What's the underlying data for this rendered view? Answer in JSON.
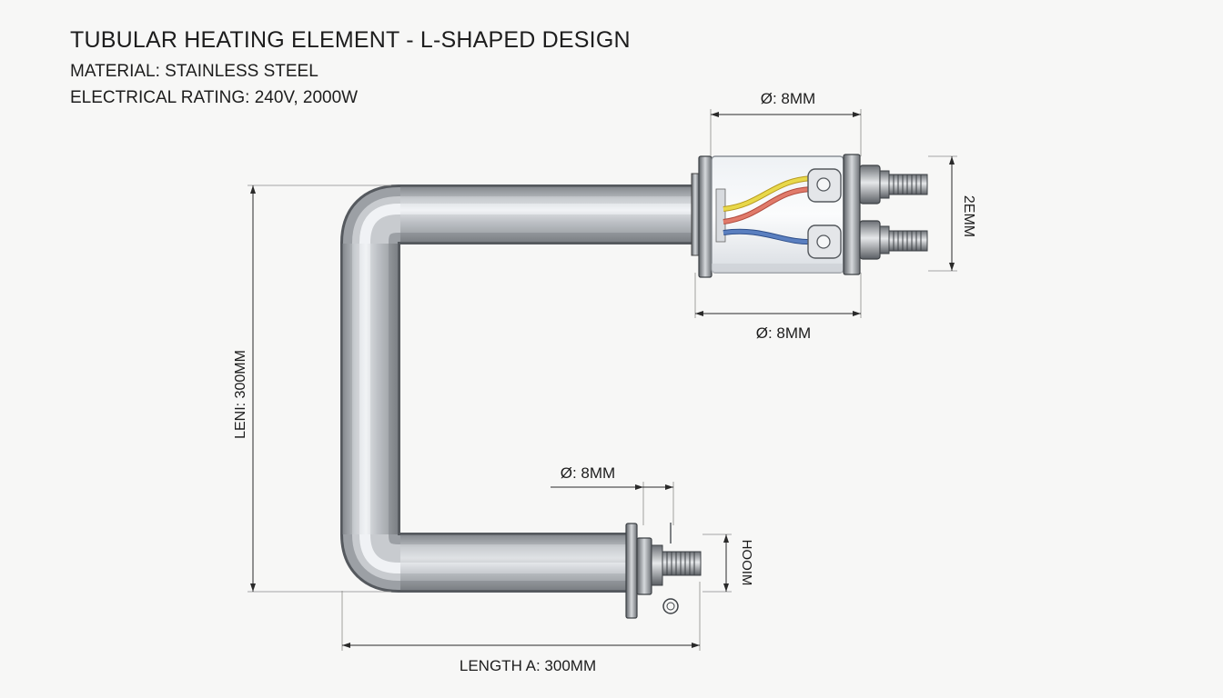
{
  "header": {
    "title": "TUBULAR HEATING ELEMENT - L-SHAPED DESIGN",
    "material": "MATERIAL: STAINLESS STEEL",
    "rating": "ELECTRICAL RATING: 240V, 2000W"
  },
  "dimensions": {
    "top_dia": "Ø: 8MM",
    "right_height": "2EMM",
    "head_dia": "Ø: 8MM",
    "left_length": "LENI: 300MM",
    "bottom_dia": "Ø: 8MM",
    "bottom_right": "HOOIM",
    "bottom_length": "LENGTH A: 300MM"
  },
  "colors": {
    "background": "#f7f7f6",
    "wire_yellow": "#e8d84a",
    "wire_red": "#e07a6a",
    "wire_blue": "#5a7fc0",
    "steel_dark": "#6f7378",
    "steel_light": "#e9ecef"
  }
}
